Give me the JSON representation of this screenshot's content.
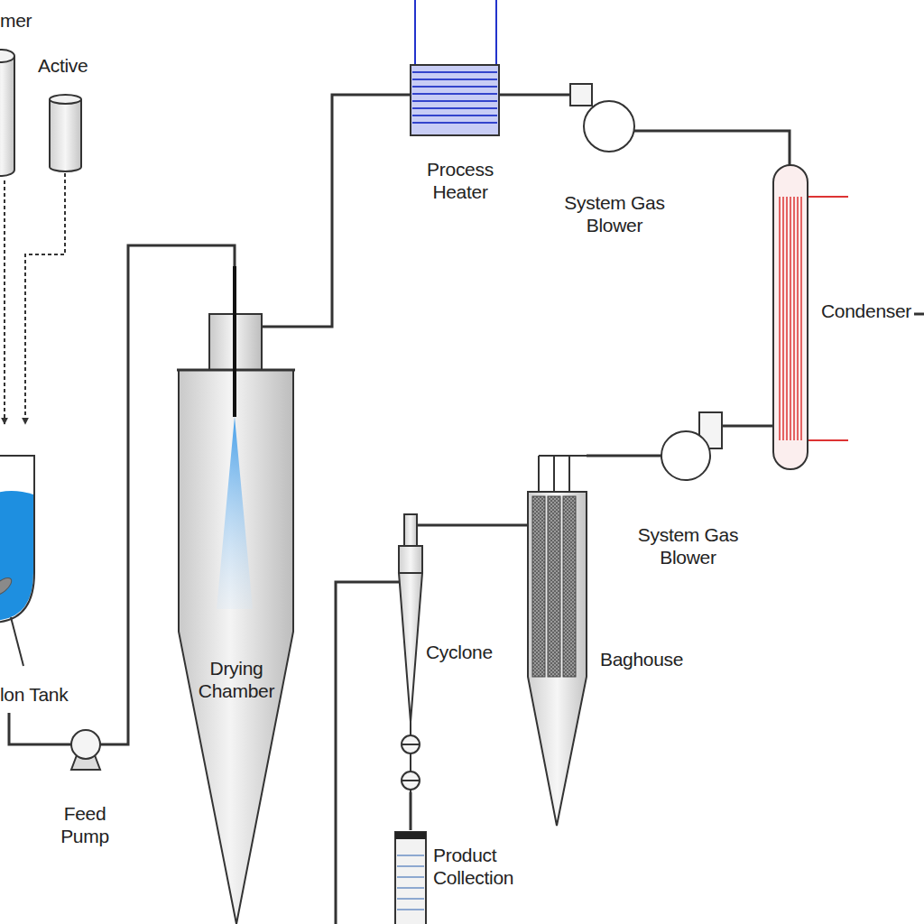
{
  "diagram": {
    "nodes": [
      {
        "text": [
          "mer"
        ]
      },
      {
        "text": [
          "Active"
        ]
      },
      {
        "text": [
          "lon Tank"
        ]
      },
      {
        "text": [
          "Feed Pump"
        ]
      },
      {
        "text": [
          "Drying Chamber"
        ]
      },
      {
        "text": [
          "Process Heater"
        ]
      },
      {
        "text": [
          "System Gas Blower"
        ]
      },
      {
        "text": [
          "Condenser"
        ]
      },
      {
        "text": [
          "System Gas Blower"
        ]
      },
      {
        "text": [
          "Cyclone"
        ]
      },
      {
        "text": [
          "Product Collection"
        ]
      },
      {
        "text": [
          "Baghouse"
        ]
      }
    ],
    "edges": [
      {
        "from": 0,
        "to": 2,
        "arrow": "to"
      },
      {
        "from": 1,
        "to": 2,
        "arrow": "to"
      },
      {
        "from": 2,
        "to": 3,
        "arrow": "none"
      },
      {
        "from": 3,
        "to": 4,
        "arrow": "none"
      },
      {
        "from": 4,
        "to": 5,
        "arrow": "none"
      },
      {
        "from": 5,
        "to": 6,
        "arrow": "none"
      },
      {
        "from": 6,
        "to": 7,
        "arrow": "none"
      },
      {
        "from": 7,
        "to": 8,
        "arrow": "none"
      },
      {
        "from": 8,
        "to": 11,
        "arrow": "none"
      },
      {
        "from": 11,
        "to": 9,
        "arrow": "none"
      },
      {
        "from": 9,
        "to": 4,
        "arrow": "none"
      },
      {
        "from": 9,
        "to": 10,
        "arrow": "none"
      }
    ]
  }
}
